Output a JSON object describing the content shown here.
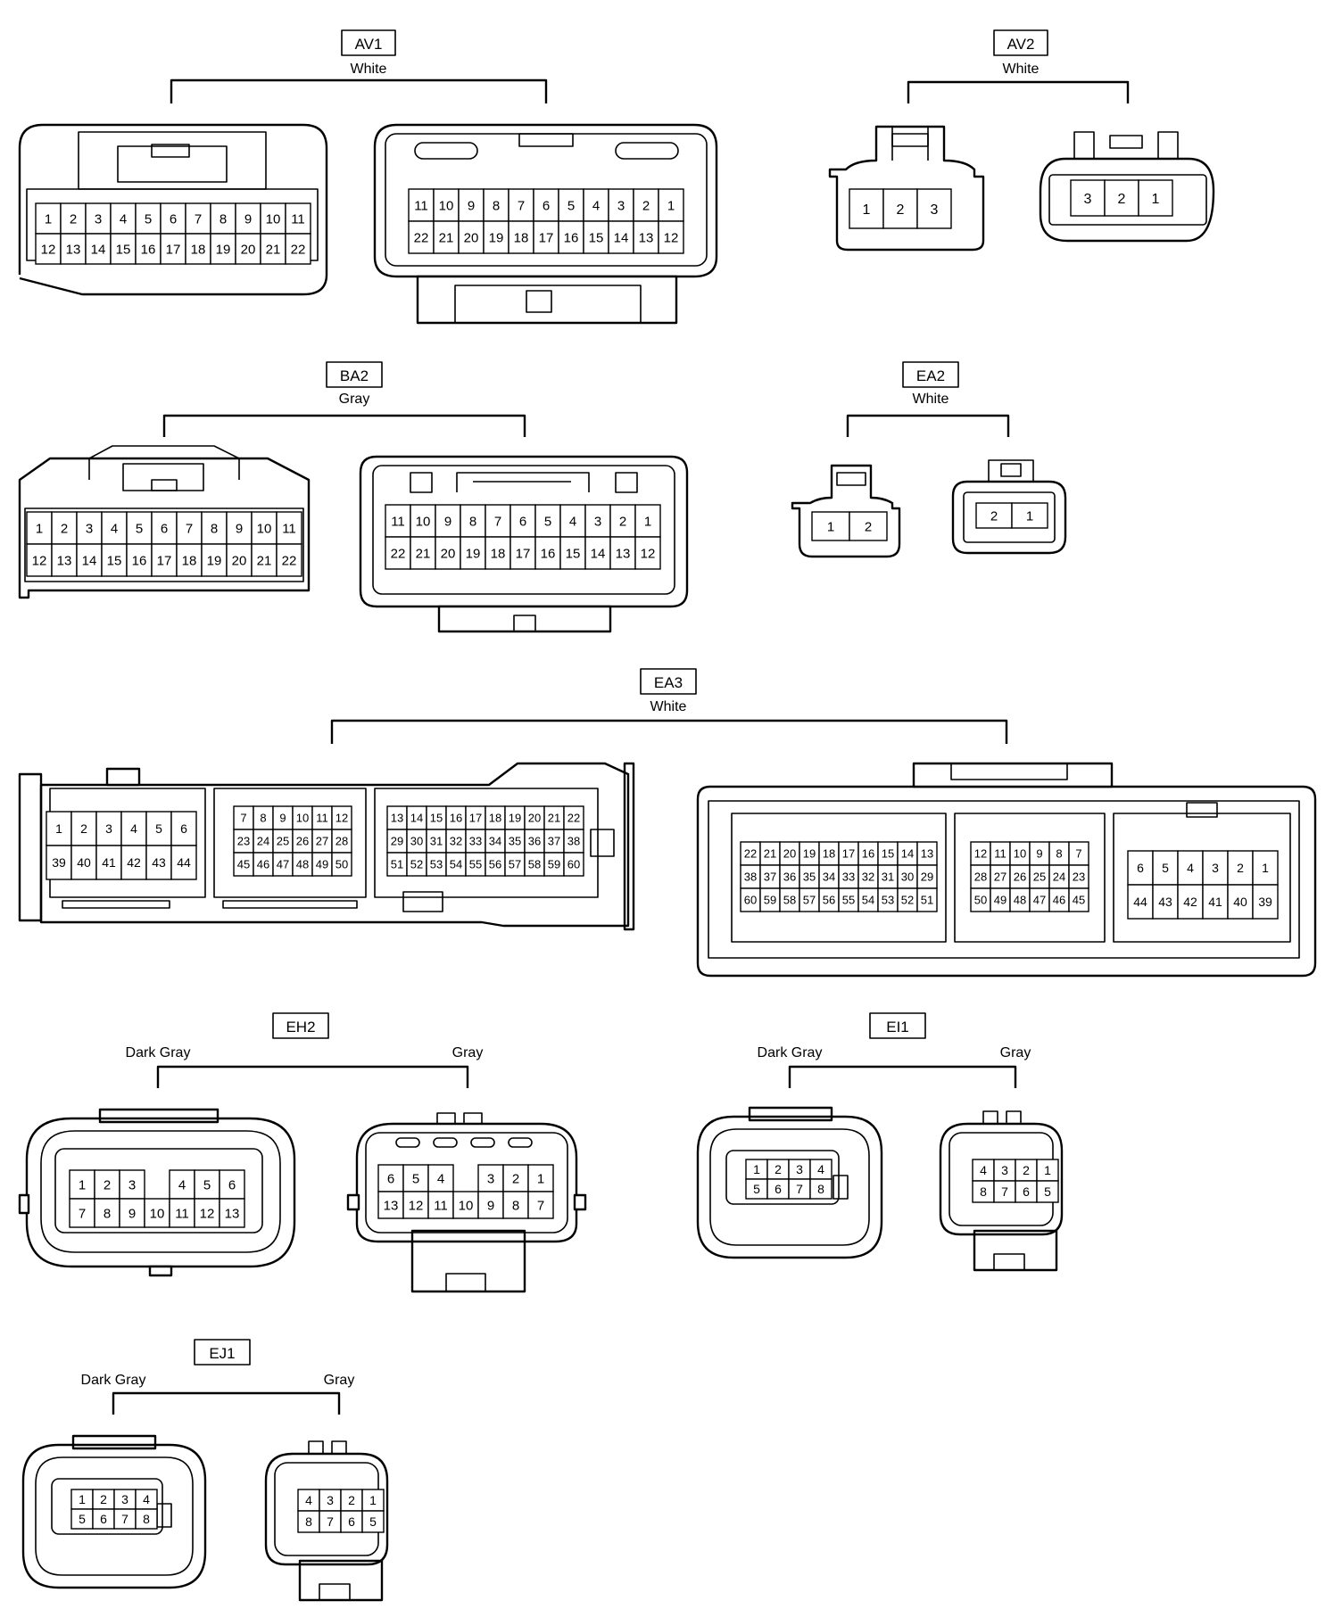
{
  "connectors": {
    "av1": {
      "code": "AV1",
      "color": "White",
      "male": [
        [
          "1",
          "2",
          "3",
          "4",
          "5",
          "6",
          "7",
          "8",
          "9",
          "10",
          "11"
        ],
        [
          "12",
          "13",
          "14",
          "15",
          "16",
          "17",
          "18",
          "19",
          "20",
          "21",
          "22"
        ]
      ],
      "female": [
        [
          "11",
          "10",
          "9",
          "8",
          "7",
          "6",
          "5",
          "4",
          "3",
          "2",
          "1"
        ],
        [
          "22",
          "21",
          "20",
          "19",
          "18",
          "17",
          "16",
          "15",
          "14",
          "13",
          "12"
        ]
      ]
    },
    "av2": {
      "code": "AV2",
      "color": "White",
      "male": [
        [
          "1",
          "2",
          "3"
        ]
      ],
      "female": [
        [
          "3",
          "2",
          "1"
        ]
      ]
    },
    "ba2": {
      "code": "BA2",
      "color": "Gray",
      "male": [
        [
          "1",
          "2",
          "3",
          "4",
          "5",
          "6",
          "7",
          "8",
          "9",
          "10",
          "11"
        ],
        [
          "12",
          "13",
          "14",
          "15",
          "16",
          "17",
          "18",
          "19",
          "20",
          "21",
          "22"
        ]
      ],
      "female": [
        [
          "11",
          "10",
          "9",
          "8",
          "7",
          "6",
          "5",
          "4",
          "3",
          "2",
          "1"
        ],
        [
          "22",
          "21",
          "20",
          "19",
          "18",
          "17",
          "16",
          "15",
          "14",
          "13",
          "12"
        ]
      ]
    },
    "ea2": {
      "code": "EA2",
      "color": "White",
      "male": [
        [
          "1",
          "2"
        ]
      ],
      "female": [
        [
          "2",
          "1"
        ]
      ]
    },
    "ea3": {
      "code": "EA3",
      "color": "White",
      "male_a": [
        [
          "1",
          "2",
          "3",
          "4",
          "5",
          "6"
        ],
        [
          "39",
          "40",
          "41",
          "42",
          "43",
          "44"
        ]
      ],
      "male_b": [
        [
          "7",
          "8",
          "9",
          "10",
          "11",
          "12"
        ],
        [
          "23",
          "24",
          "25",
          "26",
          "27",
          "28"
        ],
        [
          "45",
          "46",
          "47",
          "48",
          "49",
          "50"
        ]
      ],
      "male_c": [
        [
          "13",
          "14",
          "15",
          "16",
          "17",
          "18",
          "19",
          "20",
          "21",
          "22"
        ],
        [
          "29",
          "30",
          "31",
          "32",
          "33",
          "34",
          "35",
          "36",
          "37",
          "38"
        ],
        [
          "51",
          "52",
          "53",
          "54",
          "55",
          "56",
          "57",
          "58",
          "59",
          "60"
        ]
      ],
      "female_a": [
        [
          "22",
          "21",
          "20",
          "19",
          "18",
          "17",
          "16",
          "15",
          "14",
          "13"
        ],
        [
          "38",
          "37",
          "36",
          "35",
          "34",
          "33",
          "32",
          "31",
          "30",
          "29"
        ],
        [
          "60",
          "59",
          "58",
          "57",
          "56",
          "55",
          "54",
          "53",
          "52",
          "51"
        ]
      ],
      "female_b": [
        [
          "12",
          "11",
          "10",
          "9",
          "8",
          "7"
        ],
        [
          "28",
          "27",
          "26",
          "25",
          "24",
          "23"
        ],
        [
          "50",
          "49",
          "48",
          "47",
          "46",
          "45"
        ]
      ],
      "female_c": [
        [
          "6",
          "5",
          "4",
          "3",
          "2",
          "1"
        ],
        [
          "44",
          "43",
          "42",
          "41",
          "40",
          "39"
        ]
      ]
    },
    "eh2": {
      "code": "EH2",
      "color_male": "Dark Gray",
      "color_female": "Gray",
      "male": [
        [
          "1",
          "2",
          "3",
          "",
          "4",
          "5",
          "6"
        ],
        [
          "7",
          "8",
          "9",
          "10",
          "11",
          "12",
          "13"
        ]
      ],
      "female": [
        [
          "6",
          "5",
          "4",
          "",
          "3",
          "2",
          "1"
        ],
        [
          "13",
          "12",
          "11",
          "10",
          "9",
          "8",
          "7"
        ]
      ]
    },
    "ei1": {
      "code": "EI1",
      "color_male": "Dark Gray",
      "color_female": "Gray",
      "male": [
        [
          "1",
          "2",
          "3",
          "4"
        ],
        [
          "5",
          "6",
          "7",
          "8"
        ]
      ],
      "female": [
        [
          "4",
          "3",
          "2",
          "1"
        ],
        [
          "8",
          "7",
          "6",
          "5"
        ]
      ]
    },
    "ej1": {
      "code": "EJ1",
      "color_male": "Dark Gray",
      "color_female": "Gray",
      "male": [
        [
          "1",
          "2",
          "3",
          "4"
        ],
        [
          "5",
          "6",
          "7",
          "8"
        ]
      ],
      "female": [
        [
          "4",
          "3",
          "2",
          "1"
        ],
        [
          "8",
          "7",
          "6",
          "5"
        ]
      ]
    }
  }
}
